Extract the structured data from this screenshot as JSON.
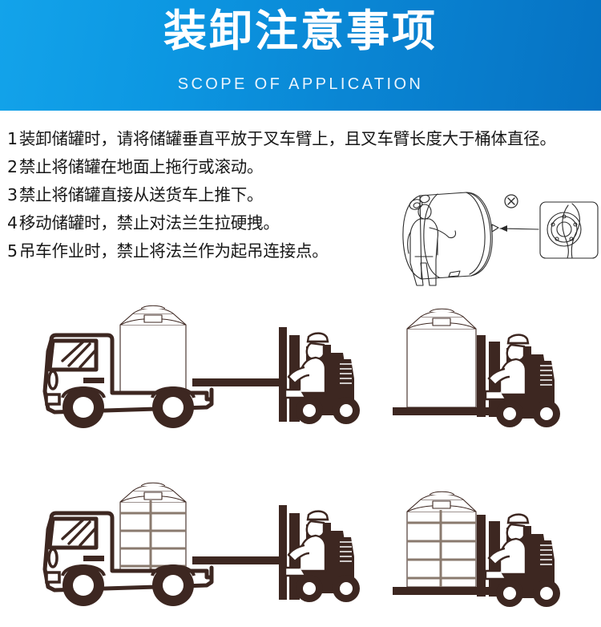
{
  "banner": {
    "title": "装卸注意事项",
    "subtitle": "SCOPE OF APPLICATION",
    "gradient_start": "#13a3ea",
    "gradient_end": "#0672c3",
    "title_color": "#ffffff",
    "subtitle_color": "#e9f4fd"
  },
  "rules": [
    {
      "num": "1",
      "text": "装卸储罐时，请将储罐垂直平放于叉车臂上，且叉车臂长度大于桶体直径。"
    },
    {
      "num": "2",
      "text": "禁止将储罐在地面上拖行或滚动。"
    },
    {
      "num": "3",
      "text": "禁止将储罐直接从送货车上推下。"
    },
    {
      "num": "4",
      "text": "移动储罐时，禁止对法兰生拉硬拽。"
    },
    {
      "num": "5",
      "text": "吊车作业时，禁止将法兰作为起吊连接点。"
    }
  ],
  "rules_text_color": "#171717",
  "illustrations": {
    "line_color": "#3d2721",
    "sketch_color": "#2b2b2b",
    "panels": [
      {
        "id": "warning-flange-pull",
        "caption": "人推卧式储罐，法兰处标注禁止",
        "prohibit_mark": "✕"
      },
      {
        "id": "truck-with-tank-and-forklift",
        "caption": "送货车上的立式储罐与叉车"
      },
      {
        "id": "forklift-lifting-tank",
        "caption": "叉车叉臂托起立式储罐"
      },
      {
        "id": "truck-with-banded-tank-and-forklift",
        "caption": "送货车上的加强筋储罐与叉车"
      },
      {
        "id": "forklift-lifting-banded-tank",
        "caption": "叉车叉臂托起加强筋储罐"
      }
    ]
  }
}
